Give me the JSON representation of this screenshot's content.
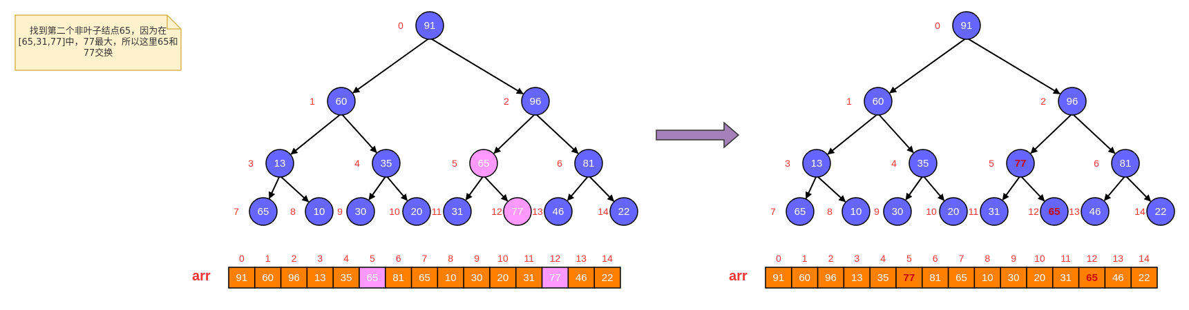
{
  "note": {
    "lines": [
      "找到第二个非叶子结点65，因为在",
      "[65,31,77]中，77最大，所以这里65和",
      "77交换"
    ]
  },
  "arr_label": "arr",
  "colors": {
    "node_fill": "#6666ff",
    "node_highlight": "#ff99ff",
    "cell_fill": "#ff8000",
    "cell_highlight": "#ff99ff",
    "index_text": "#ff3333",
    "swapped_text": "#cc0000",
    "arrow_fill": "#a680b8",
    "note_fill": "#fff2cc",
    "note_border": "#d6b656"
  },
  "left": {
    "values": [
      "91",
      "60",
      "96",
      "13",
      "35",
      "65",
      "81",
      "65",
      "10",
      "30",
      "20",
      "31",
      "77",
      "46",
      "22"
    ],
    "indices": [
      "0",
      "1",
      "2",
      "3",
      "4",
      "5",
      "6",
      "7",
      "8",
      "9",
      "10",
      "11",
      "12",
      "13",
      "14"
    ],
    "highlight": [
      5,
      12
    ]
  },
  "right": {
    "values": [
      "91",
      "60",
      "96",
      "13",
      "35",
      "77",
      "81",
      "65",
      "10",
      "30",
      "20",
      "31",
      "65",
      "46",
      "22"
    ],
    "indices": [
      "0",
      "1",
      "2",
      "3",
      "4",
      "5",
      "6",
      "7",
      "8",
      "9",
      "10",
      "11",
      "12",
      "13",
      "14"
    ],
    "swapped": [
      5,
      12
    ]
  }
}
